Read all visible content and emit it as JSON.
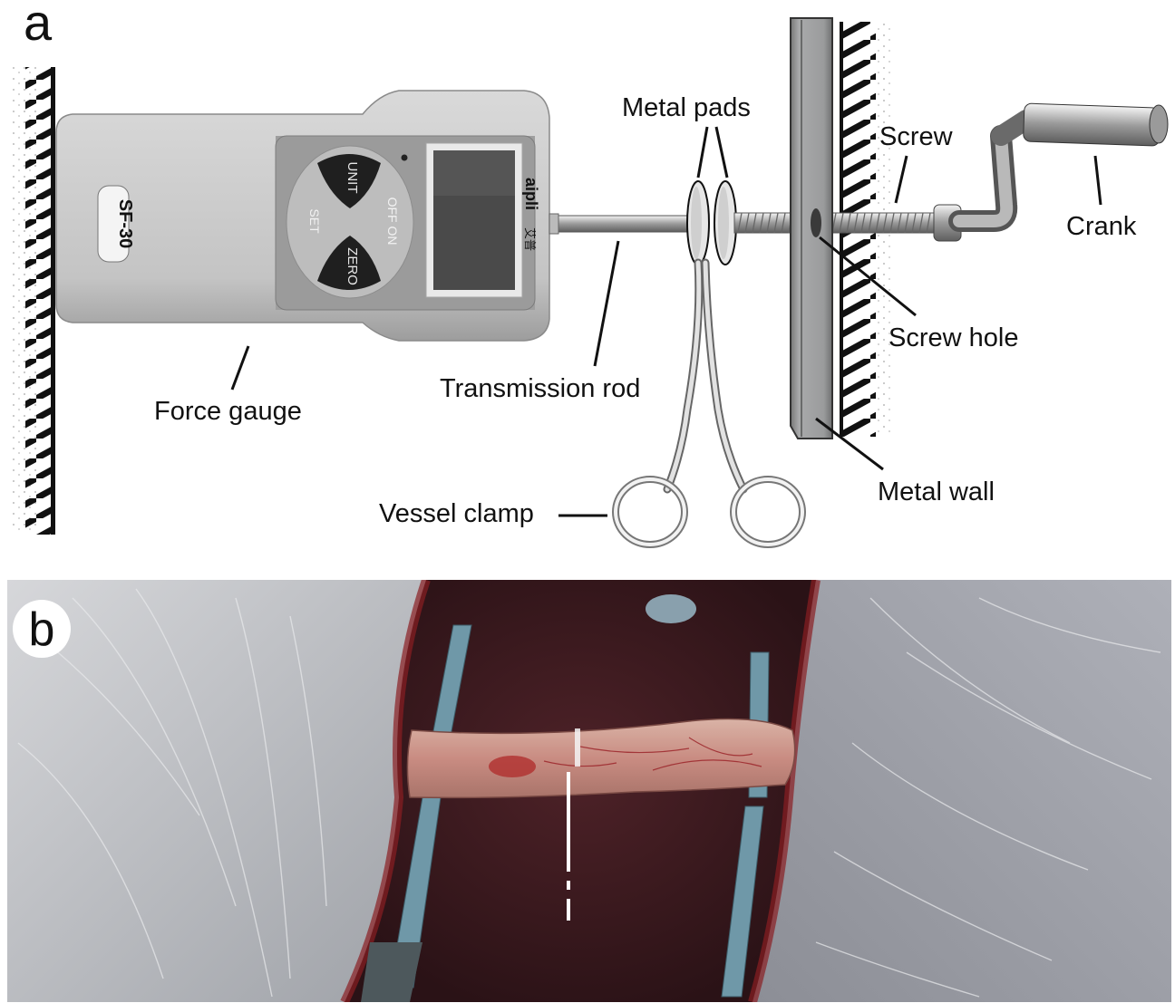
{
  "panel_a": {
    "letter": "a",
    "labels": {
      "force_gauge": "Force gauge",
      "transmission_rod": "Transmission rod",
      "metal_pads": "Metal pads",
      "screw": "Screw",
      "crank": "Crank",
      "screw_hole": "Screw hole",
      "metal_wall": "Metal wall",
      "vessel_clamp": "Vessel clamp"
    },
    "gauge": {
      "model_badge": "SF-30",
      "brand": "aipli",
      "brand_cn": "艾普",
      "buttons": {
        "unit": "UNIT",
        "off_on": "OFF ON",
        "set": "SET",
        "zero": "ZERO"
      }
    }
  },
  "panel_b": {
    "letter": "b"
  },
  "colors": {
    "gauge_body": "#c9c9c9",
    "gauge_panel": "#9e9e9e",
    "screen": "#4a4a4a",
    "tissue_red": "#8a1e22",
    "retractor_blue": "#6f98a8",
    "fur": "#b9bcc2"
  }
}
